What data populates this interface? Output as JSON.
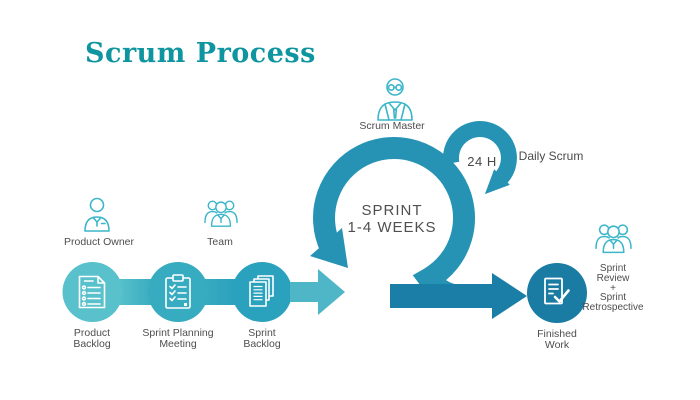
{
  "title": "Scrum Process",
  "roles": {
    "product_owner": "Product Owner",
    "team": "Team",
    "scrum_master": "Scrum Master"
  },
  "steps": {
    "product_backlog": "Product Backlog",
    "sprint_planning": "Sprint Planning Meeting",
    "sprint_backlog": "Sprint Backlog",
    "finished_work": "Finished Work"
  },
  "sprint": {
    "line1": "SPRINT",
    "line2": "1-4 WEEKS"
  },
  "daily": {
    "duration": "24 H",
    "label": "Daily Scrum"
  },
  "review": {
    "lines": [
      "Sprint",
      "Review",
      "+",
      "Sprint",
      "Retrospective"
    ]
  },
  "colors": {
    "title": "#0F959F",
    "step1_circle": "#58C1CB",
    "step2_circle": "#37ABC0",
    "step3_circle": "#2AA1BD",
    "flow_arrow": "#4FB6C7",
    "sprint_ring": "#2693B5",
    "delivery_arrow": "#1A7EA7",
    "finished_circle": "#1A7BA3",
    "icon_stroke": "#3CB6C9",
    "label_text": "#4E4E4E"
  }
}
